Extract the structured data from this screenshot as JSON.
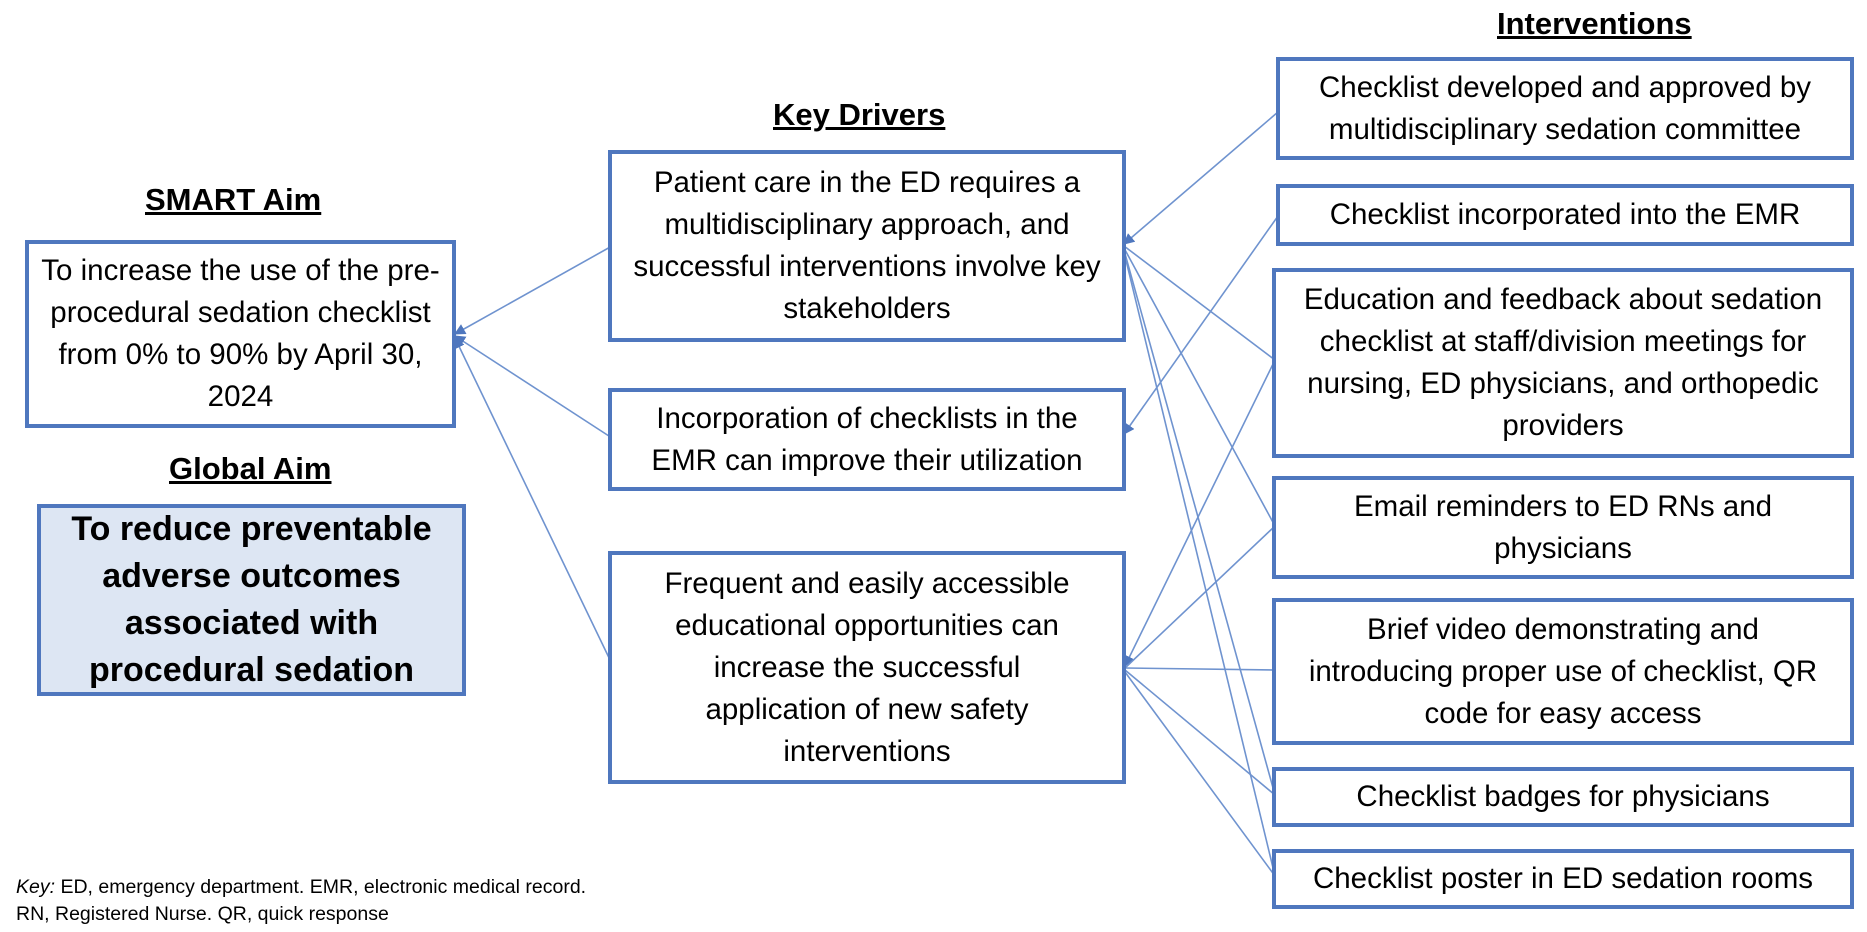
{
  "headings": {
    "smart_aim": "SMART Aim",
    "global_aim": "Global Aim",
    "key_drivers": "Key Drivers",
    "interventions": "Interventions"
  },
  "smart_aim_text": "To increase the use of the pre-procedural sedation checklist from 0% to 90% by April 30, 2024",
  "global_aim_text": "To reduce preventable adverse outcomes associated with procedural sedation",
  "key_drivers": [
    "Patient care in the ED requires a multidisciplinary approach, and successful interventions involve key stakeholders",
    "Incorporation of checklists in the EMR can improve their utilization",
    "Frequent and easily accessible educational opportunities can increase the successful application of new safety interventions"
  ],
  "interventions": [
    "Checklist developed and approved by multidisciplinary sedation committee",
    "Checklist incorporated into the EMR",
    "Education and feedback about sedation checklist at staff/division meetings for nursing, ED physicians, and orthopedic providers",
    "Email reminders to ED RNs and physicians",
    "Brief video demonstrating and introducing proper use of checklist, QR code for easy access",
    "Checklist badges for physicians",
    "Checklist poster in ED sedation rooms"
  ],
  "key_note": {
    "label": "Key:",
    "text": "ED, emergency department. EMR, electronic medical record. RN, Registered Nurse. QR, quick response"
  },
  "colors": {
    "border": "#4f77be",
    "global_fill": "#dde6f3",
    "connector": "#6f93cf"
  }
}
